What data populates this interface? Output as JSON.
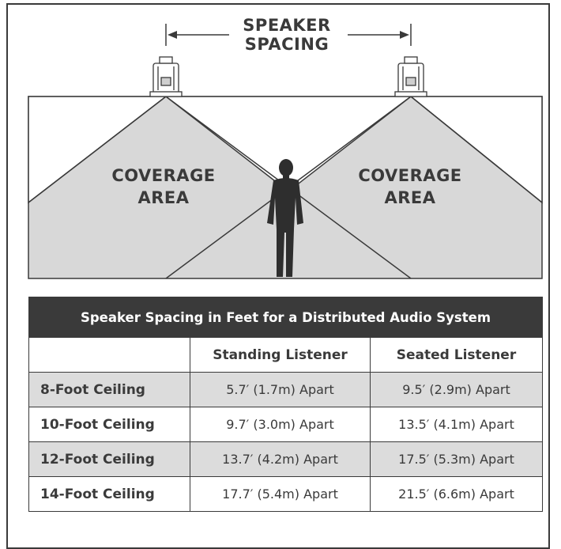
{
  "diagram": {
    "spacing_label_line1": "SPEAKER",
    "spacing_label_line2": "SPACING",
    "coverage_left_line1": "COVERAGE",
    "coverage_left_line2": "AREA",
    "coverage_right_line1": "COVERAGE",
    "coverage_right_line2": "AREA",
    "colors": {
      "area_fill": "#d8d8d8",
      "line": "#3a3a3a",
      "figure": "#2e2e2e"
    },
    "icons": [
      "ceiling-speaker-icon",
      "standing-person-icon",
      "double-arrow-icon"
    ]
  },
  "table": {
    "title": "Speaker Spacing in Feet for a Distributed Audio System",
    "columns": [
      "",
      "Standing Listener",
      "Seated Listener"
    ],
    "rows": [
      {
        "ceiling": "8-Foot Ceiling",
        "standing": "5.7′ (1.7m) Apart",
        "seated": "9.5′ (2.9m) Apart"
      },
      {
        "ceiling": "10-Foot Ceiling",
        "standing": "9.7′ (3.0m) Apart",
        "seated": "13.5′ (4.1m) Apart"
      },
      {
        "ceiling": "12-Foot Ceiling",
        "standing": "13.7′ (4.2m) Apart",
        "seated": "17.5′ (5.3m) Apart"
      },
      {
        "ceiling": "14-Foot Ceiling",
        "standing": "17.7′ (5.4m) Apart",
        "seated": "21.5′ (6.6m) Apart"
      }
    ]
  }
}
